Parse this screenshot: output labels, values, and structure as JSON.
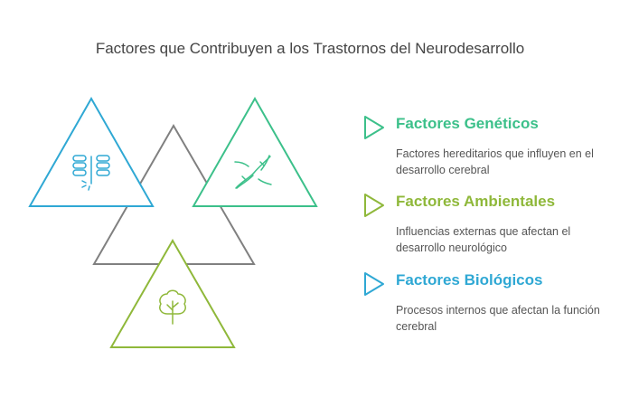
{
  "title": "Factores que Contribuyen a los Trastornos del Neurodesarrollo",
  "colors": {
    "blue": "#2fa8d4",
    "teal": "#3cc08a",
    "green": "#8fb83a",
    "gray": "#777777"
  },
  "factors": [
    {
      "title": "Factores Genéticos",
      "description": "Factores hereditarios que influyen en el desarrollo cerebral",
      "color": "#3cc08a"
    },
    {
      "title": "Factores Ambientales",
      "description": "Influencias externas que afectan el desarrollo neurológico",
      "color": "#8fb83a"
    },
    {
      "title": "Factores Biológicos",
      "description": "Procesos internos que afectan la función cerebral",
      "color": "#2fa8d4"
    }
  ],
  "icons": [
    "server-icon",
    "dna-icon",
    "tree-icon"
  ]
}
